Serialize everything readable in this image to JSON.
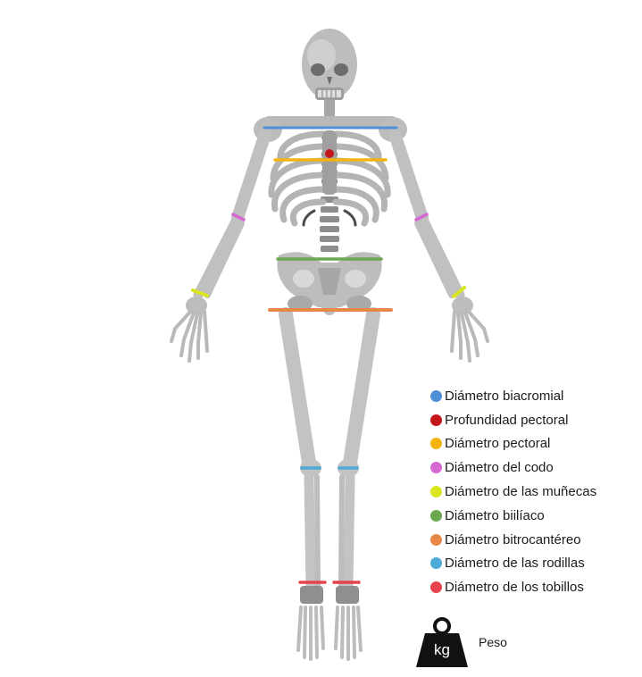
{
  "legend": {
    "items": [
      {
        "label": "Diámetro biacromial",
        "color": "#4f8fd6"
      },
      {
        "label": "Profundidad pectoral",
        "color": "#c3161c"
      },
      {
        "label": "Diámetro pectoral",
        "color": "#f2b40d"
      },
      {
        "label": "Diámetro del codo",
        "color": "#d568d3"
      },
      {
        "label": "Diámetro de las muñecas",
        "color": "#d9e51f"
      },
      {
        "label": "Diámetro biilíaco",
        "color": "#6aa84f"
      },
      {
        "label": "Diámetro bitrocantéreo",
        "color": "#e8874a"
      },
      {
        "label": "Diámetro de las rodillas",
        "color": "#4eaad6"
      },
      {
        "label": "Diámetro de los tobillos",
        "color": "#e8424f"
      }
    ]
  },
  "weight": {
    "icon": "kettlebell-weight-icon",
    "unit": "kg",
    "label": "Peso"
  },
  "colors": {
    "bone": "#c2c2c2",
    "bone_shadow": "#9e9e9e",
    "bone_dark": "#6f6f6f"
  }
}
